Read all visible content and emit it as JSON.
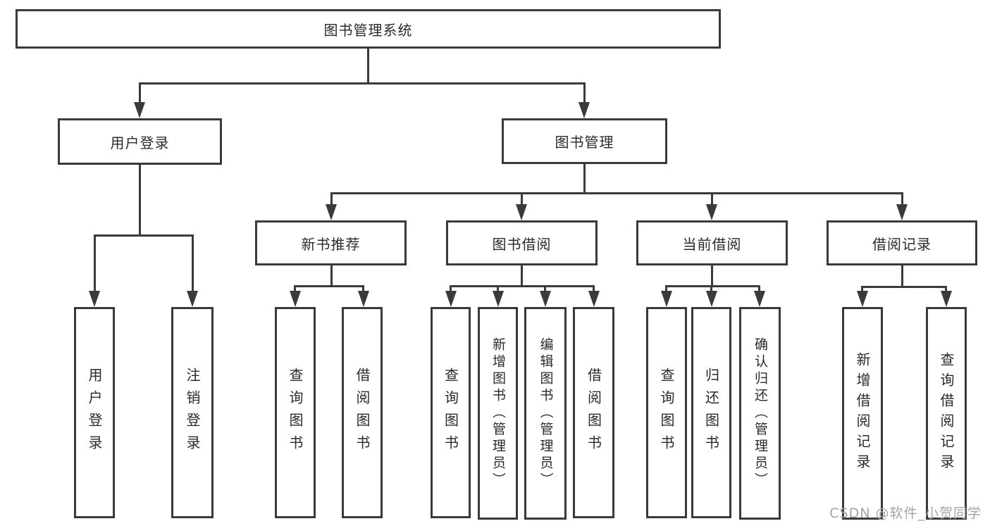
{
  "tree": {
    "root": {
      "label": "图书管理系统",
      "children": [
        {
          "label": "用户登录",
          "children": [
            {
              "label": "用户登录"
            },
            {
              "label": "注销登录"
            }
          ]
        },
        {
          "label": "图书管理",
          "children": [
            {
              "label": "新书推荐",
              "children": [
                {
                  "label": "查询图书"
                },
                {
                  "label": "借阅图书"
                }
              ]
            },
            {
              "label": "图书借阅",
              "children": [
                {
                  "label": "查询图书"
                },
                {
                  "label": "新增图书（管理员）"
                },
                {
                  "label": "编辑图书（管理员）"
                },
                {
                  "label": "借阅图书"
                }
              ]
            },
            {
              "label": "当前借阅",
              "children": [
                {
                  "label": "查询图书"
                },
                {
                  "label": "归还图书"
                },
                {
                  "label": "确认归还（管理员）"
                }
              ]
            },
            {
              "label": "借阅记录",
              "children": [
                {
                  "label": "新增借阅记录"
                },
                {
                  "label": "查询借阅记录"
                }
              ]
            }
          ]
        }
      ]
    }
  },
  "watermark": {
    "text": "CSDN @软件_小贺同学"
  },
  "colors": {
    "line": "#3a3a3a",
    "text": "#2a2a2a",
    "box_background": "#ffffff",
    "page_background": "#ffffff",
    "watermark": "#a3a3a3"
  }
}
